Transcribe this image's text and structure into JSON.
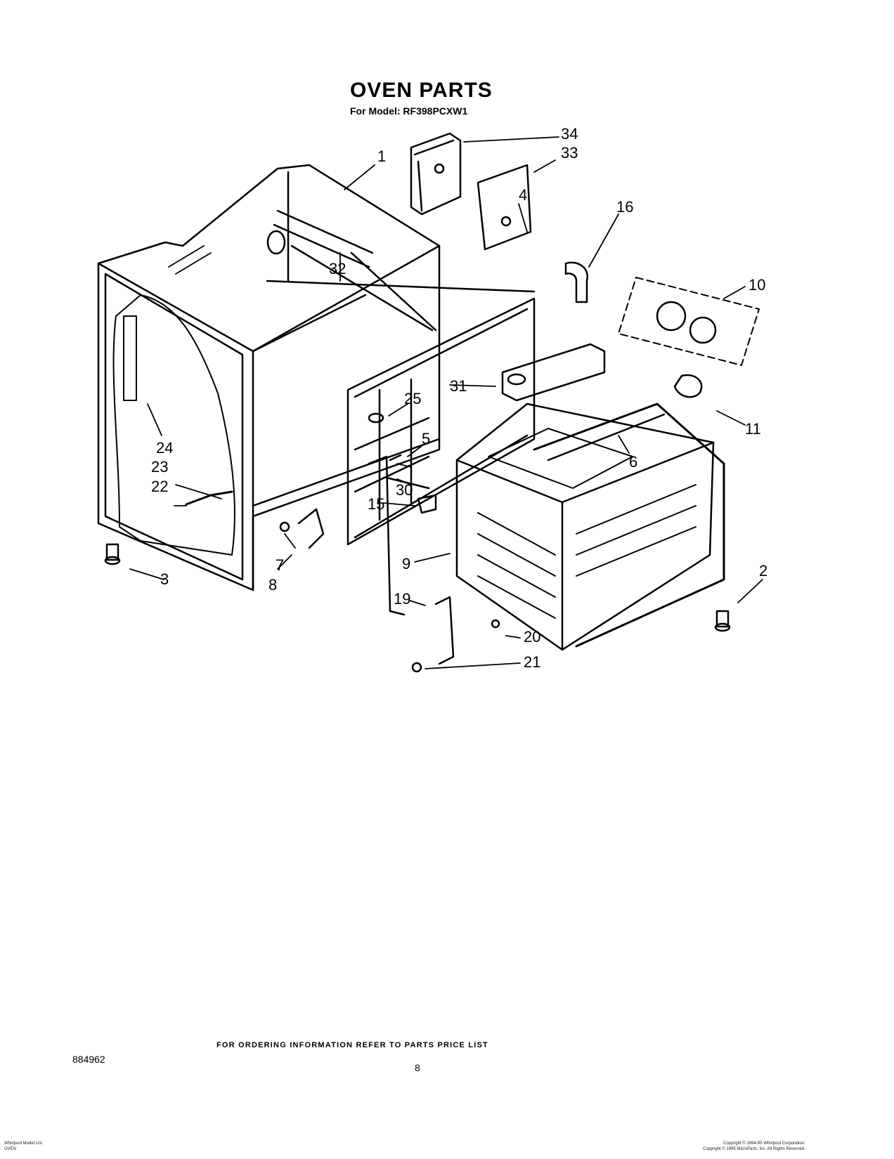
{
  "header": {
    "title": "OVEN PARTS",
    "model_line": "For Model: RF398PCXW1"
  },
  "callouts": [
    {
      "id": "c1",
      "text": "1"
    },
    {
      "id": "c2",
      "text": "2"
    },
    {
      "id": "c3",
      "text": "3"
    },
    {
      "id": "c4",
      "text": "4"
    },
    {
      "id": "c5",
      "text": "5"
    },
    {
      "id": "c6",
      "text": "6"
    },
    {
      "id": "c7",
      "text": "7"
    },
    {
      "id": "c8",
      "text": "8"
    },
    {
      "id": "c9",
      "text": "9"
    },
    {
      "id": "c10",
      "text": "10"
    },
    {
      "id": "c11",
      "text": "11"
    },
    {
      "id": "c15",
      "text": "15"
    },
    {
      "id": "c16",
      "text": "16"
    },
    {
      "id": "c19",
      "text": "19"
    },
    {
      "id": "c20",
      "text": "20"
    },
    {
      "id": "c21",
      "text": "21"
    },
    {
      "id": "c22",
      "text": "22"
    },
    {
      "id": "c23",
      "text": "23"
    },
    {
      "id": "c24",
      "text": "24"
    },
    {
      "id": "c25",
      "text": "25"
    },
    {
      "id": "c30",
      "text": "30"
    },
    {
      "id": "c31",
      "text": "31"
    },
    {
      "id": "c32",
      "text": "32"
    },
    {
      "id": "c33",
      "text": "33"
    },
    {
      "id": "c34",
      "text": "34"
    }
  ],
  "footer": {
    "ordering_note": "FOR ORDERING INFORMATION REFER TO PARTS PRICE LIST",
    "doc_number": "884962",
    "page_number": "8",
    "left_fine_print": [
      "Whirlpool Model List",
      "OVEN"
    ],
    "right_fine_print": [
      "Copyright © 1994-95 Whirlpool Corporation.",
      "Copyright © 1995 MicroParts, Inc. All Rights Reserved."
    ]
  }
}
